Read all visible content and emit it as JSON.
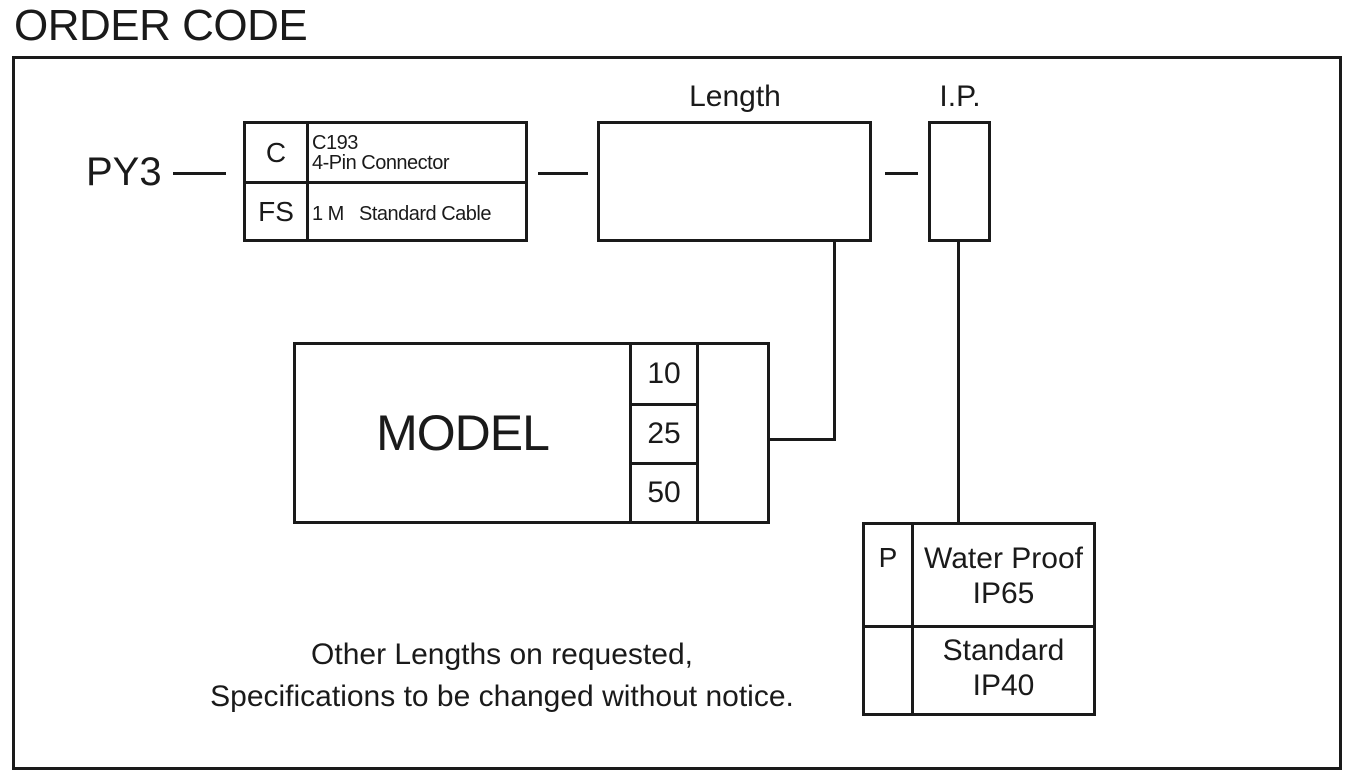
{
  "title": "ORDER CODE",
  "prefix": "PY3",
  "connector": {
    "rows": [
      {
        "code": "C",
        "desc_line1": "C193",
        "desc_line2": "4-Pin Connector"
      },
      {
        "code": "FS",
        "desc": "1 M   Standard Cable"
      }
    ]
  },
  "length": {
    "label": "Length",
    "model_label": "MODEL",
    "options": [
      "10",
      "25",
      "50"
    ]
  },
  "ip": {
    "label": "I.P.",
    "options": [
      {
        "code": "P",
        "line1": "Water Proof",
        "line2": "IP65"
      },
      {
        "code": "",
        "line1": "Standard",
        "line2": "IP40"
      }
    ]
  },
  "note": {
    "line1": "Other Lengths on requested,",
    "line2": "Specifications to be changed without notice."
  }
}
